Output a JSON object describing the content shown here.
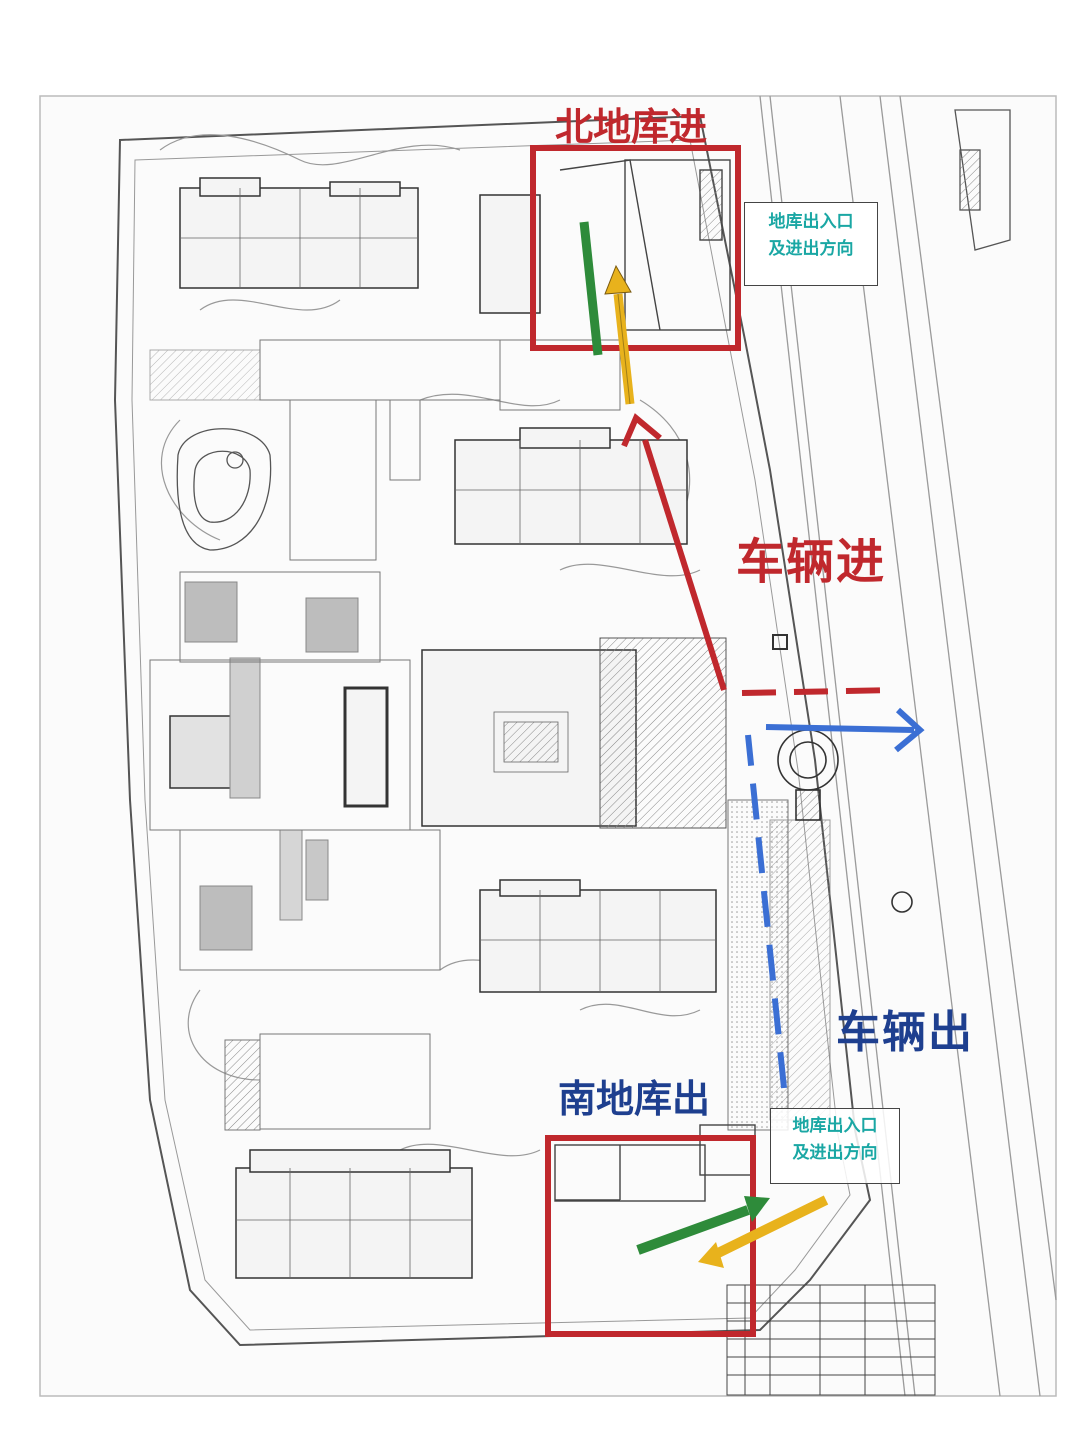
{
  "labels": {
    "north_garage_entry": "北地库进",
    "vehicle_in": "车辆进",
    "vehicle_out": "车辆出",
    "south_garage_exit": "南地库出"
  },
  "legends": {
    "north": {
      "line1": "地库出入口",
      "line2": "及进出方向"
    },
    "south": {
      "line1": "地库出入口",
      "line2": "及进出方向"
    }
  },
  "colors": {
    "red": "#c0282d",
    "blue": "#3b6fd4",
    "green": "#2e8b3a",
    "yellow": "#e8b21c",
    "legend_text": "#1aa7a4",
    "plan_line": "#6a6a6a"
  }
}
